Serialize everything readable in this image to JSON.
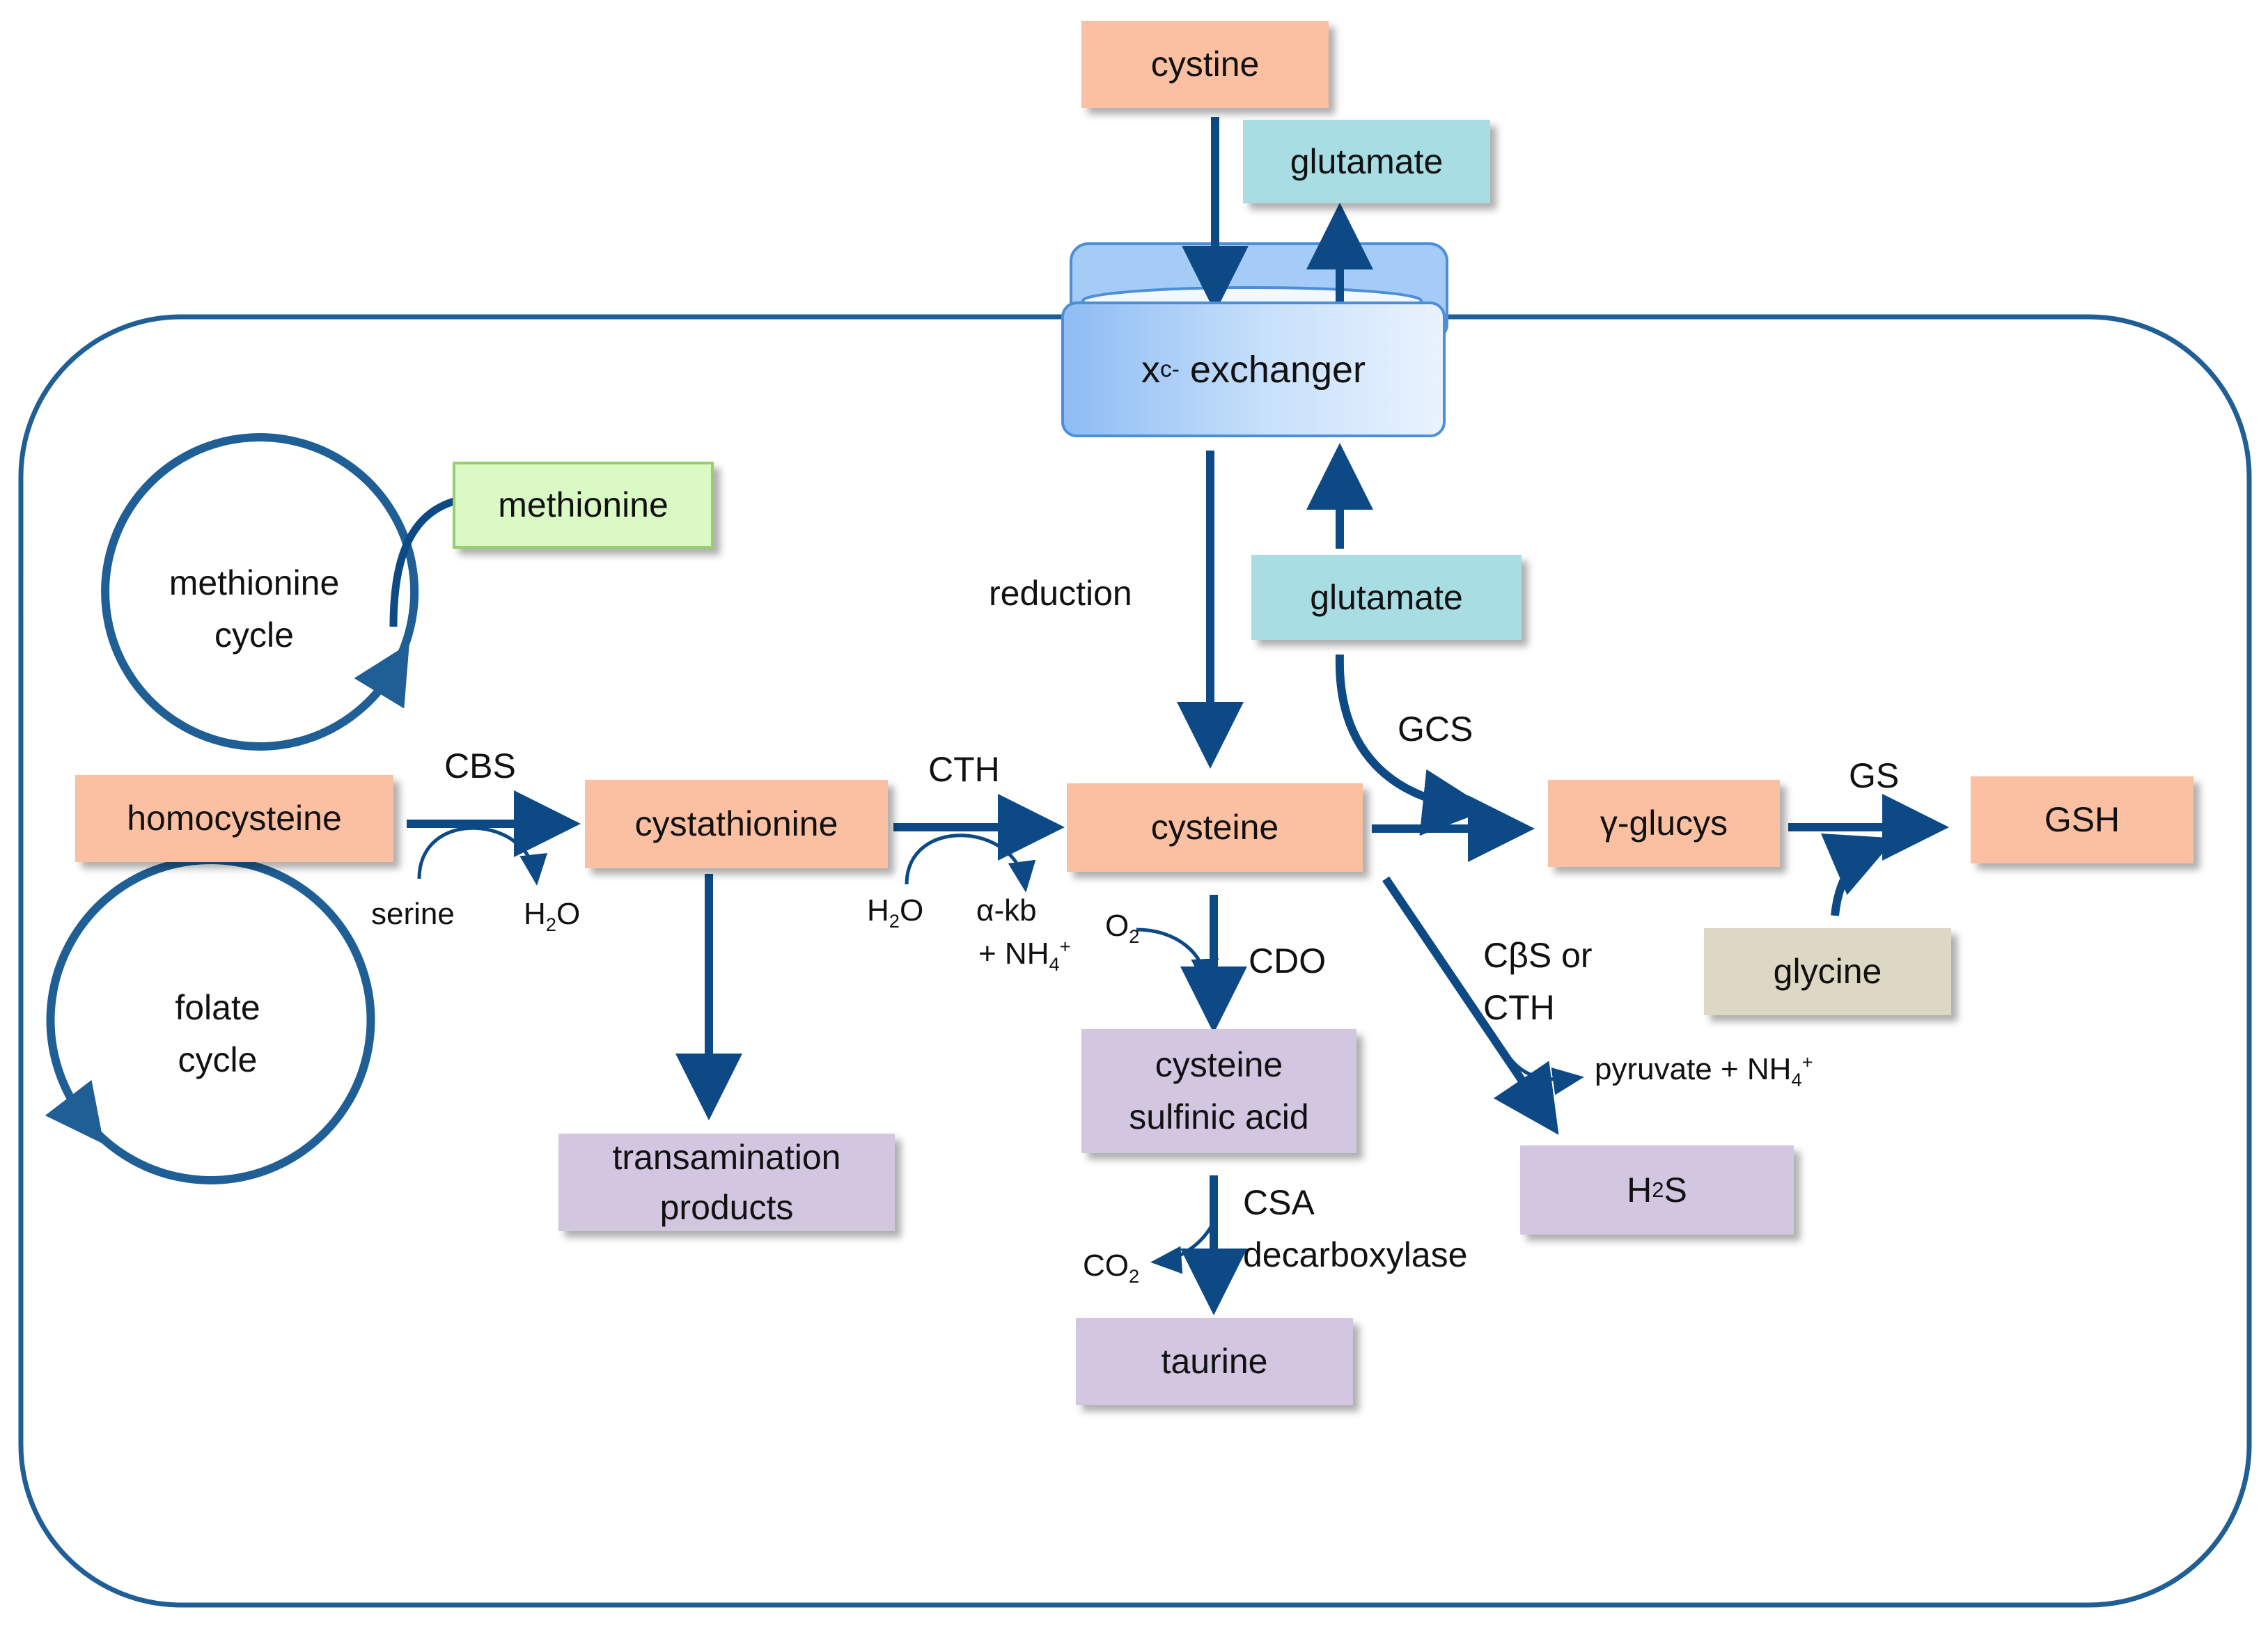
{
  "nodes": {
    "cystine": "cystine",
    "glutamate_out": "glutamate",
    "exchanger_x": "x",
    "exchanger_sub": "c",
    "exchanger_sup": "-",
    "exchanger_word": " exchanger",
    "methionine": "methionine",
    "methionine_cycle_1": "methionine",
    "methionine_cycle_2": "cycle",
    "folate_cycle_1": "folate",
    "folate_cycle_2": "cycle",
    "glutamate_in": "glutamate",
    "homocysteine": "homocysteine",
    "cystathionine": "cystathionine",
    "cysteine": "cysteine",
    "gamma_glucys": "γ-glucys",
    "gsh": "GSH",
    "glycine": "glycine",
    "transamination_1": "transamination",
    "transamination_2": "products",
    "csa_1": "cysteine",
    "csa_2": "sulfinic acid",
    "taurine": "taurine",
    "h2s_h": "H",
    "h2s_sub": "2",
    "h2s_s": "S"
  },
  "labels": {
    "cbs": "CBS",
    "cth": "CTH",
    "gcs": "GCS",
    "gs": "GS",
    "reduction": "reduction",
    "cdo": "CDO",
    "serine": "serine",
    "h2o_a_h": "H",
    "h2o_a_sub": "2",
    "h2o_a_o": "O",
    "h2o_b_h": "H",
    "h2o_b_sub": "2",
    "h2o_b_o": "O",
    "akb": "α-kb",
    "nh4_a_pre": "+ NH",
    "nh4_a_sub": "4",
    "nh4_a_sup": "+",
    "o2_o": "O",
    "o2_sub": "2",
    "cbs_or_1": "CβS or",
    "cbs_or_2": "CTH",
    "pyruvate": "pyruvate + NH",
    "pyruvate_sub": "4",
    "pyruvate_sup": "+",
    "csa_dec_1": "CSA",
    "csa_dec_2": "decarboxylase",
    "co2_co": "CO",
    "co2_sub": "2"
  },
  "colors": {
    "arrow": "#0d4a85",
    "cell_membrane": "#1f5f96",
    "substrate": "#fbbfa2",
    "amino_acid": "#a9dde4",
    "product": "#d2c6e0",
    "methionine": "#dbf9c5",
    "glycine": "#ddd8c4"
  }
}
